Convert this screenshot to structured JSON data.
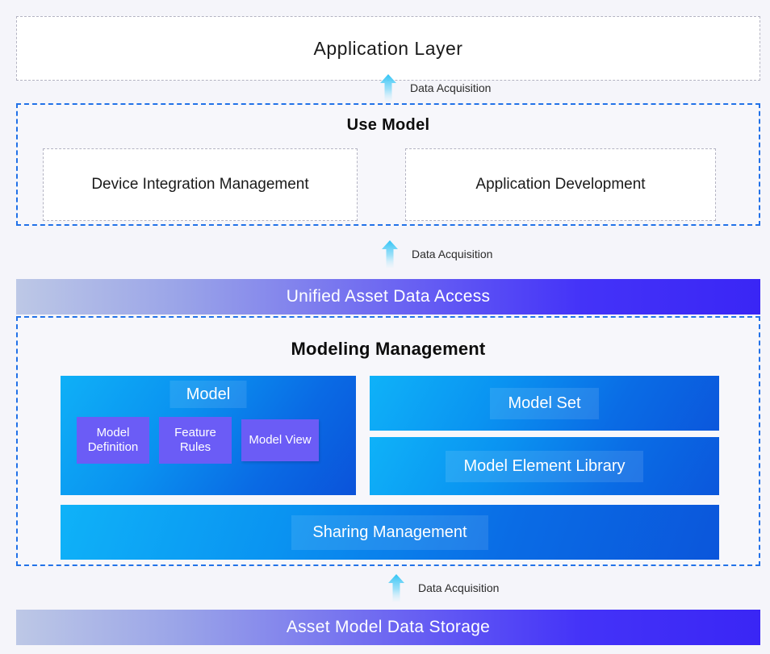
{
  "diagram": {
    "background_color": "#f5f5fa",
    "accent_blue": "#2272e8",
    "accent_purple": "#6b5cf6",
    "indigo_gradient_start": "#bdc8e6",
    "indigo_gradient_end": "#3a26f5",
    "blue_gradient_start": "#0fb2f8",
    "blue_gradient_end": "#0b56db"
  },
  "application_layer": {
    "label": "Application  Layer"
  },
  "arrows": {
    "to_application_layer": {
      "caption": "Data Acquisition",
      "icon": "arrow-up-icon"
    },
    "to_use_model": {
      "caption": "Data Acquisition",
      "icon": "arrow-up-icon"
    },
    "to_modeling": {
      "caption": "Data Acquisition",
      "icon": "arrow-up-icon"
    }
  },
  "use_model": {
    "title": "Use Model",
    "boxes": [
      {
        "label": "Device Integration Management"
      },
      {
        "label": "Application  Development"
      }
    ]
  },
  "unified_access": {
    "label": "Unified Asset Data Access"
  },
  "modeling_management": {
    "title": "Modeling Management",
    "model_panel": {
      "title": "Model",
      "sub_boxes": [
        {
          "label": "Model\nDefinition",
          "line1": "Model",
          "line2": "Definition"
        },
        {
          "label": "Feature\nRules",
          "line1": "Feature",
          "line2": "Rules"
        },
        {
          "label": "Model View",
          "line1": "Model View",
          "line2": ""
        }
      ]
    },
    "right_panels": [
      {
        "label": "Model Set"
      },
      {
        "label": "Model Element Library"
      }
    ],
    "sharing": {
      "label": "Sharing Management"
    }
  },
  "storage": {
    "label": "Asset Model Data Storage"
  }
}
